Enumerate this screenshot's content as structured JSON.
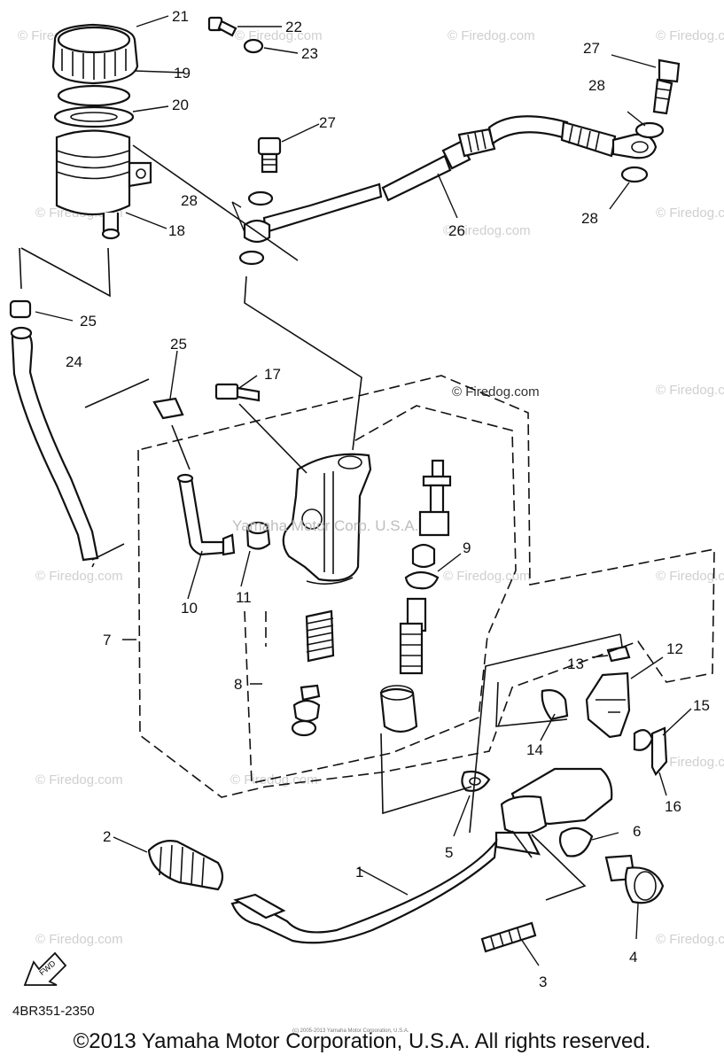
{
  "watermarks": {
    "site": "© Firedog.com",
    "center": "Yamaha Motor Corp. U.S.A."
  },
  "callouts": [
    "1",
    "2",
    "3",
    "4",
    "5",
    "6",
    "7",
    "8",
    "9",
    "10",
    "11",
    "12",
    "13",
    "14",
    "15",
    "16",
    "17",
    "18",
    "19",
    "20",
    "21",
    "22",
    "23",
    "24",
    "25",
    "25",
    "26",
    "27",
    "27",
    "28",
    "28",
    "28"
  ],
  "labels": {
    "part_code": "4BR351-2350",
    "fwd": "FWD",
    "copyright": "©2013 Yamaha Motor Corporation, U.S.A. All rights reserved.",
    "tiny_note": "(c) 2005-2013 Yamaha Motor Corporation, U.S.A."
  }
}
